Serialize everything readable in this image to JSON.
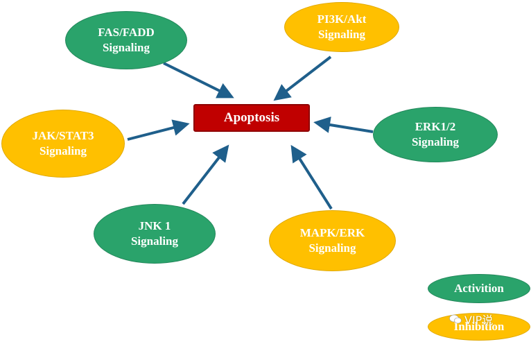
{
  "center": {
    "label": "Apoptosis"
  },
  "nodes": [
    {
      "id": "fas",
      "line1": "FAS/FADD",
      "line2": "Signaling",
      "effect": "activation"
    },
    {
      "id": "pi3k",
      "line1": "PI3K/Akt",
      "line2": "Signaling",
      "effect": "inhibition"
    },
    {
      "id": "jak",
      "line1": "JAK/STAT3",
      "line2": "Signaling",
      "effect": "inhibition"
    },
    {
      "id": "erk",
      "line1": "ERK1/2",
      "line2": "Signaling",
      "effect": "activation"
    },
    {
      "id": "jnk",
      "line1": "JNK 1",
      "line2": "Signaling",
      "effect": "activation"
    },
    {
      "id": "mapk",
      "line1": "MAPK/ERK",
      "line2": "Signaling",
      "effect": "inhibition"
    }
  ],
  "legend": {
    "activation_label": "Activition",
    "inhibition_label": "Inhibition"
  },
  "watermark": {
    "text": "VIP说"
  },
  "colors": {
    "activation": "#2aa36b",
    "inhibition": "#ffc000",
    "center": "#c00000",
    "arrow": "#1f5f8b"
  }
}
